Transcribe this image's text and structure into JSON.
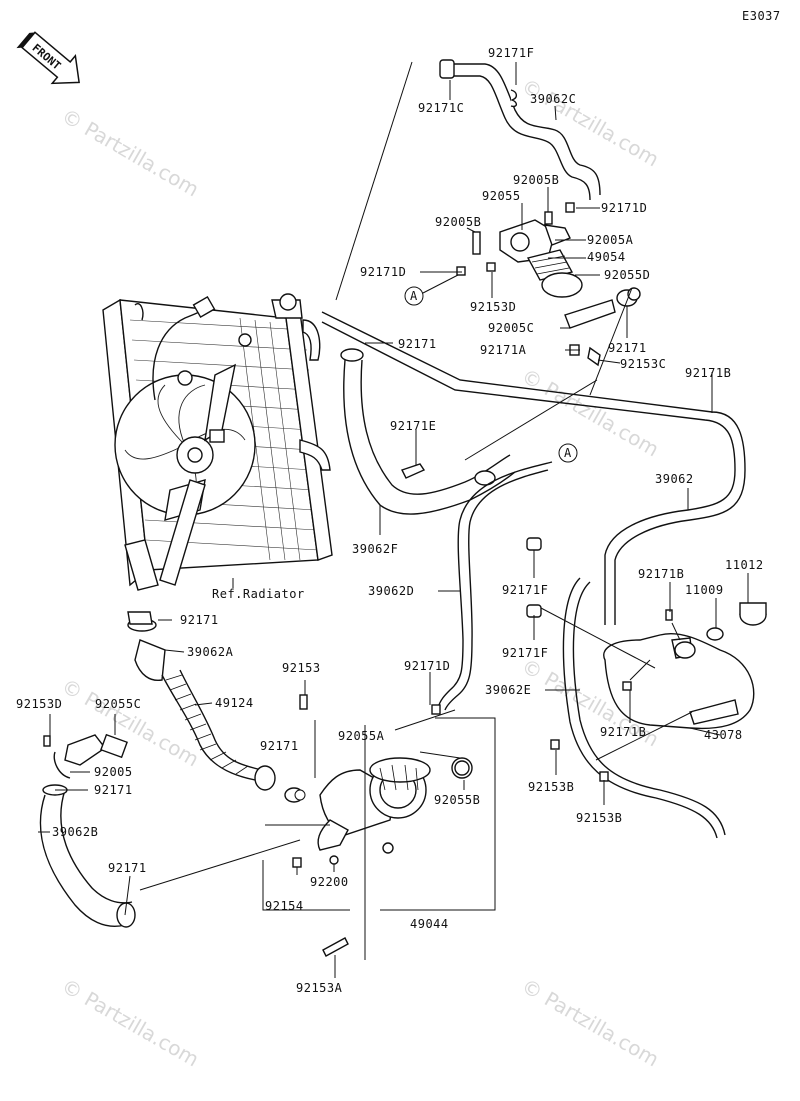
{
  "diagram_code": "E3037",
  "front_arrow": {
    "text": "FRONT",
    "icon": "front-arrow-icon"
  },
  "watermark": "© Partzilla.com",
  "reference_labels": {
    "radiator": "Ref.Radiator",
    "callout_a": "A"
  },
  "part_labels": [
    "92171F",
    "92171C",
    "39062C",
    "92005B",
    "92055",
    "92171D",
    "92005B",
    "92005A",
    "49054",
    "92171D",
    "92055D",
    "92153D",
    "92005C",
    "92171",
    "92171",
    "92171A",
    "92153C",
    "92171B",
    "92171E",
    "39062",
    "39062F",
    "39062D",
    "11012",
    "92171B",
    "11009",
    "92171F",
    "92171F",
    "92171",
    "39062A",
    "92153",
    "92171D",
    "39062E",
    "92153D",
    "92055C",
    "49124",
    "92055A",
    "92171B",
    "92005",
    "92171",
    "92171",
    "92153B",
    "43078",
    "39062B",
    "92055B",
    "92153B",
    "92171",
    "92200",
    "92154",
    "49044",
    "92153A"
  ]
}
